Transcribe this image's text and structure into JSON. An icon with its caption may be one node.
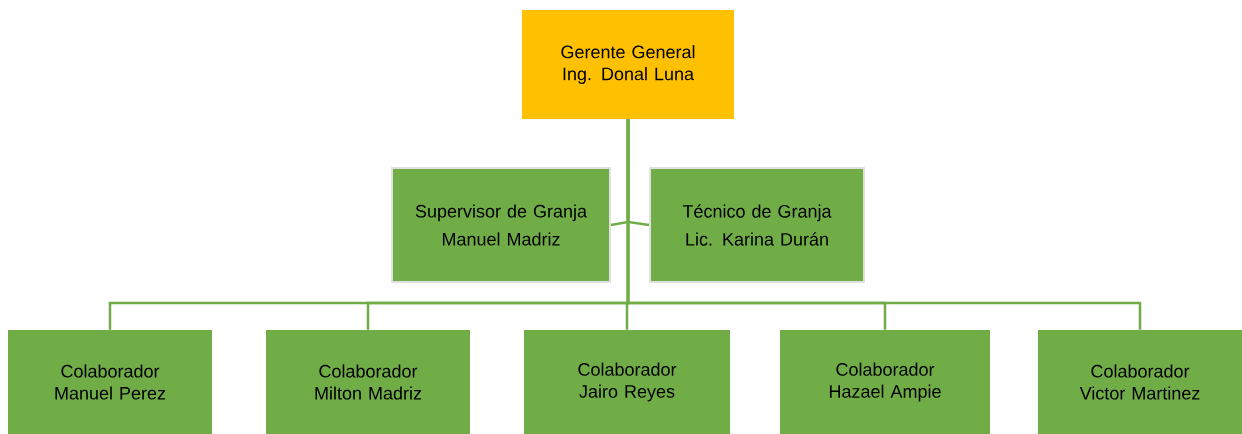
{
  "diagram": {
    "nodes": [
      {
        "text": [
          "Gerente General",
          "Ing. Donal Luna"
        ]
      },
      {
        "text": [
          "Supervisor de Granja",
          "Manuel Madriz"
        ]
      },
      {
        "text": [
          "Técnico de Granja",
          "Lic. Karina Durán"
        ]
      },
      {
        "text": [
          "Colaborador Manuel Perez"
        ]
      },
      {
        "text": [
          "Colaborador Milton Madriz"
        ]
      },
      {
        "text": [
          "Colaborador Jairo Reyes"
        ]
      },
      {
        "text": [
          "Colaborador Hazael Ampie"
        ]
      },
      {
        "text": [
          "Colaborador Victor Martinez"
        ]
      }
    ],
    "edges": [
      {
        "from": 0,
        "to": 1,
        "arrow": "none"
      },
      {
        "from": 0,
        "to": 2,
        "arrow": "none"
      },
      {
        "from": 0,
        "to": 3,
        "arrow": "none"
      },
      {
        "from": 0,
        "to": 4,
        "arrow": "none"
      },
      {
        "from": 0,
        "to": 5,
        "arrow": "none"
      },
      {
        "from": 0,
        "to": 6,
        "arrow": "none"
      },
      {
        "from": 0,
        "to": 7,
        "arrow": "none"
      }
    ]
  }
}
